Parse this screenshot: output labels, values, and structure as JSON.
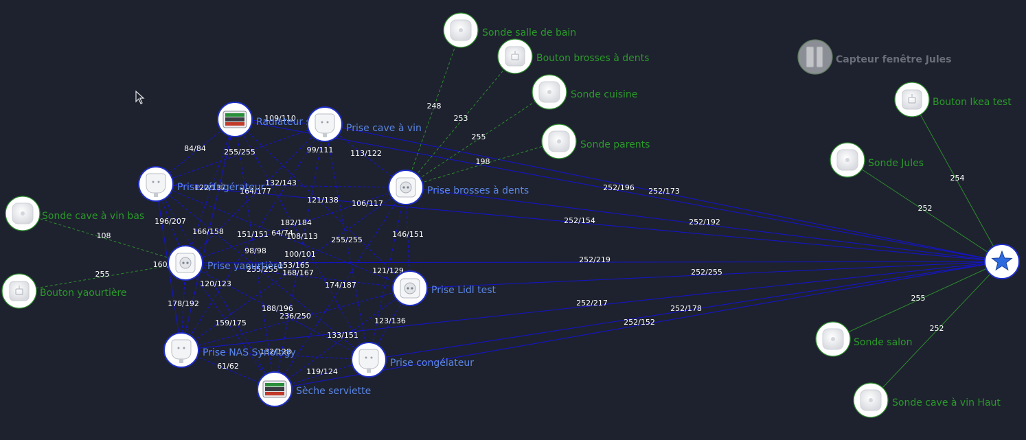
{
  "colors": {
    "background": "#1e222e",
    "router_link": "#1414c8",
    "end_link": "#2e8b2e",
    "router_label": "#5b86e6",
    "end_label": "#2a9a2a",
    "offline_label": "#6a6e78",
    "coordinator": "#2d6ae0"
  },
  "nodes": [
    {
      "id": "coord",
      "label": "",
      "kind": "coordinator",
      "icon": "star-icon"
    },
    {
      "id": "radiateur",
      "label": "Radiateur salon",
      "kind": "router",
      "icon": "heater-module-icon"
    },
    {
      "id": "cave",
      "label": "Prise cave à vin",
      "kind": "router",
      "icon": "plug-icon"
    },
    {
      "id": "frigo",
      "label": "Prise réfrigérateur",
      "kind": "router",
      "icon": "plug-icon"
    },
    {
      "id": "brosses",
      "label": "Prise brosses à dents",
      "kind": "router",
      "icon": "socket-icon"
    },
    {
      "id": "yaourt",
      "label": "Prise yaourtière",
      "kind": "router",
      "icon": "socket-icon"
    },
    {
      "id": "lidl",
      "label": "Prise Lidl test",
      "kind": "router",
      "icon": "socket-icon"
    },
    {
      "id": "nas",
      "label": "Prise NAS Synology",
      "kind": "router",
      "icon": "plug-icon"
    },
    {
      "id": "congel",
      "label": "Prise congélateur",
      "kind": "router",
      "icon": "plug-icon"
    },
    {
      "id": "seche",
      "label": "Sèche serviette",
      "kind": "router",
      "icon": "heater-module-icon"
    },
    {
      "id": "sdb",
      "label": "Sonde salle de bain",
      "kind": "end",
      "icon": "sensor-icon"
    },
    {
      "id": "bbrosses",
      "label": "Bouton brosses à dents",
      "kind": "end",
      "icon": "button-icon"
    },
    {
      "id": "cuisine",
      "label": "Sonde cuisine",
      "kind": "end",
      "icon": "sensor-icon"
    },
    {
      "id": "parents",
      "label": "Sonde parents",
      "kind": "end",
      "icon": "sensor-icon"
    },
    {
      "id": "cavebas",
      "label": "Sonde cave à vin bas",
      "kind": "end",
      "icon": "sensor-icon"
    },
    {
      "id": "byaourt",
      "label": "Bouton yaourtière",
      "kind": "end",
      "icon": "button-icon"
    },
    {
      "id": "fenetre",
      "label": "Capteur fenêtre Jules",
      "kind": "offline",
      "icon": "contact-sensor-icon"
    },
    {
      "id": "ikea",
      "label": "Bouton Ikea test",
      "kind": "end",
      "icon": "button-icon"
    },
    {
      "id": "jules",
      "label": "Sonde Jules",
      "kind": "end",
      "icon": "sensor-icon"
    },
    {
      "id": "salon",
      "label": "Sonde salon",
      "kind": "end",
      "icon": "sensor-icon"
    },
    {
      "id": "cavehaut",
      "label": "Sonde cave à vin Haut",
      "kind": "end",
      "icon": "sensor-icon"
    }
  ],
  "links": [
    {
      "a": "radiateur",
      "b": "cave",
      "lqi": "109/110",
      "kind": "router"
    },
    {
      "a": "radiateur",
      "b": "frigo",
      "lqi": "84/84",
      "kind": "router"
    },
    {
      "a": "radiateur",
      "b": "yaourt",
      "lqi": "255/255",
      "kind": "router"
    },
    {
      "a": "cave",
      "b": "yaourt",
      "lqi": "99/111",
      "kind": "router"
    },
    {
      "a": "cave",
      "b": "brosses",
      "lqi": "113/122",
      "kind": "router"
    },
    {
      "a": "frigo",
      "b": "cave",
      "lqi": "122/137",
      "kind": "router"
    },
    {
      "a": "frigo",
      "b": "brosses",
      "lqi": "132/143",
      "kind": "router"
    },
    {
      "a": "frigo",
      "b": "lidl",
      "lqi": "164/177",
      "kind": "router"
    },
    {
      "a": "frigo",
      "b": "yaourt",
      "lqi": "196/207",
      "kind": "router"
    },
    {
      "a": "frigo",
      "b": "nas",
      "lqi": "166/158",
      "kind": "router"
    },
    {
      "a": "brosses",
      "b": "yaourt",
      "lqi": "121/138",
      "kind": "router"
    },
    {
      "a": "brosses",
      "b": "nas",
      "lqi": "106/117",
      "kind": "router"
    },
    {
      "a": "brosses",
      "b": "lidl",
      "lqi": "146/151",
      "kind": "router"
    },
    {
      "a": "cave",
      "b": "seche",
      "lqi": "182/184",
      "kind": "router"
    },
    {
      "a": "radiateur",
      "b": "congel",
      "lqi": "151/151",
      "kind": "router"
    },
    {
      "a": "radiateur",
      "b": "seche",
      "lqi": "64/74",
      "kind": "router"
    },
    {
      "a": "frigo",
      "b": "congel",
      "lqi": "108/113",
      "kind": "router"
    },
    {
      "a": "brosses",
      "b": "seche",
      "lqi": "255/255",
      "kind": "router"
    },
    {
      "a": "frigo",
      "b": "seche",
      "lqi": "98/98",
      "kind": "router"
    },
    {
      "a": "yaourt",
      "b": "lidl",
      "lqi": "100/101",
      "kind": "router"
    },
    {
      "a": "cave",
      "b": "nas",
      "lqi": "153/165",
      "kind": "router"
    },
    {
      "a": "yaourt",
      "b": "nas",
      "lqi": "160/",
      "kind": "router"
    },
    {
      "a": "radiateur",
      "b": "lidl",
      "lqi": "255/255",
      "kind": "router"
    },
    {
      "a": "yaourt",
      "b": "congel",
      "lqi": "168/167",
      "kind": "router"
    },
    {
      "a": "lidl",
      "b": "nas",
      "lqi": "121/129",
      "kind": "router"
    },
    {
      "a": "yaourt",
      "b": "seche",
      "lqi": "120/123",
      "kind": "router"
    },
    {
      "a": "cave",
      "b": "congel",
      "lqi": "174/187",
      "kind": "router"
    },
    {
      "a": "nas",
      "b": "frigo",
      "lqi": "178/192",
      "kind": "router"
    },
    {
      "a": "radiateur",
      "b": "nas",
      "lqi": "188/196",
      "kind": "router"
    },
    {
      "a": "brosses",
      "b": "congel",
      "lqi": "236/250",
      "kind": "router"
    },
    {
      "a": "lidl",
      "b": "congel",
      "lqi": "123/136",
      "kind": "router"
    },
    {
      "a": "nas",
      "b": "radiateur",
      "lqi": "159/175",
      "kind": "router"
    },
    {
      "a": "lidl",
      "b": "seche",
      "lqi": "133/151",
      "kind": "router"
    },
    {
      "a": "nas",
      "b": "congel",
      "lqi": "132/128",
      "kind": "router"
    },
    {
      "a": "nas",
      "b": "seche",
      "lqi": "61/62",
      "kind": "router"
    },
    {
      "a": "seche",
      "b": "congel",
      "lqi": "119/124",
      "kind": "router"
    },
    {
      "a": "cave",
      "b": "coord",
      "lqi": "252/196",
      "kind": "router"
    },
    {
      "a": "radiateur",
      "b": "coord",
      "lqi": "252/173",
      "kind": "router"
    },
    {
      "a": "frigo",
      "b": "coord",
      "lqi": "252/154",
      "kind": "router"
    },
    {
      "a": "brosses",
      "b": "coord",
      "lqi": "252/192",
      "kind": "router"
    },
    {
      "a": "yaourt",
      "b": "coord",
      "lqi": "252/219",
      "kind": "router"
    },
    {
      "a": "lidl",
      "b": "coord",
      "lqi": "252/255",
      "kind": "router"
    },
    {
      "a": "nas",
      "b": "coord",
      "lqi": "252/217",
      "kind": "router"
    },
    {
      "a": "congel",
      "b": "coord",
      "lqi": "252/178",
      "kind": "router"
    },
    {
      "a": "seche",
      "b": "coord",
      "lqi": "252/152",
      "kind": "router"
    },
    {
      "a": "brosses",
      "b": "sdb",
      "lqi": "248",
      "kind": "end",
      "dashed": true
    },
    {
      "a": "brosses",
      "b": "bbrosses",
      "lqi": "253",
      "kind": "end",
      "dashed": true
    },
    {
      "a": "brosses",
      "b": "cuisine",
      "lqi": "255",
      "kind": "end",
      "dashed": true
    },
    {
      "a": "brosses",
      "b": "parents",
      "lqi": "198",
      "kind": "end",
      "dashed": true
    },
    {
      "a": "yaourt",
      "b": "cavebas",
      "lqi": "108",
      "kind": "end",
      "dashed": true
    },
    {
      "a": "yaourt",
      "b": "byaourt",
      "lqi": "255",
      "kind": "end",
      "dashed": true
    },
    {
      "a": "ikea",
      "b": "coord",
      "lqi": "254",
      "kind": "end",
      "dashed": false
    },
    {
      "a": "jules",
      "b": "coord",
      "lqi": "252",
      "kind": "end",
      "dashed": false
    },
    {
      "a": "salon",
      "b": "coord",
      "lqi": "255",
      "kind": "end",
      "dashed": false
    },
    {
      "a": "cavehaut",
      "b": "coord",
      "lqi": "252",
      "kind": "end",
      "dashed": false
    }
  ]
}
